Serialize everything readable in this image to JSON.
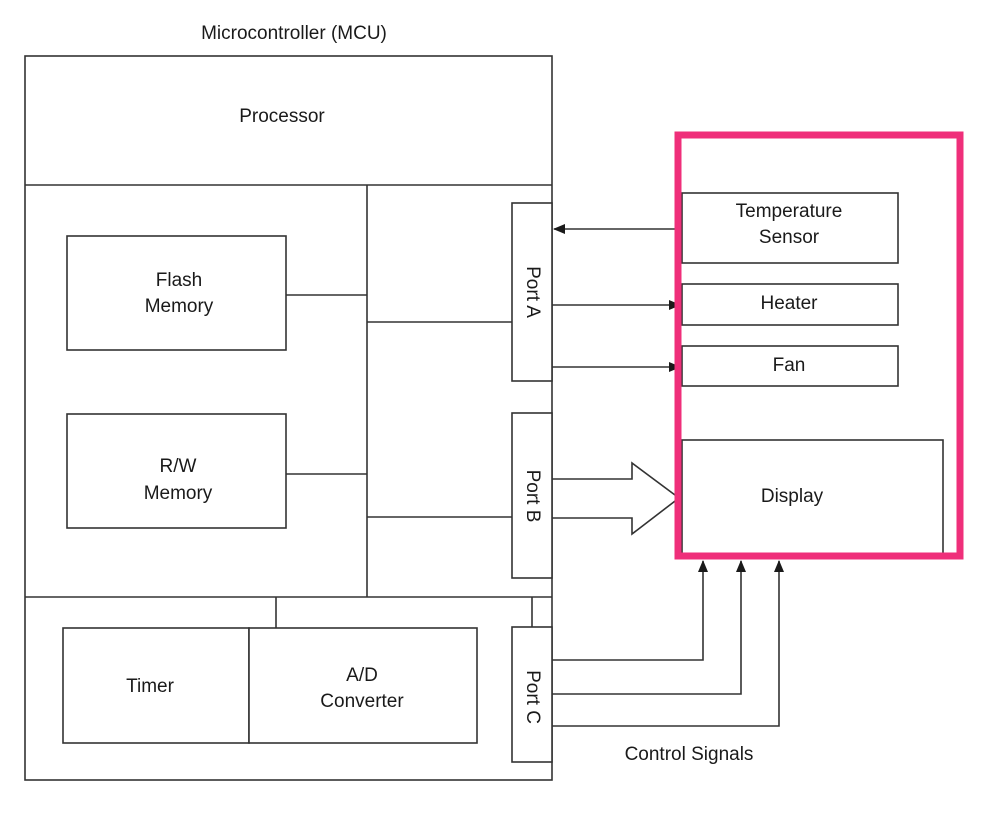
{
  "title": "Microcontroller (MCU)",
  "blocks": {
    "processor": "Processor",
    "flash_memory": [
      "Flash",
      "Memory"
    ],
    "rw_memory": [
      "R/W",
      "Memory"
    ],
    "timer": "Timer",
    "ad_converter": [
      "A/D",
      "Converter"
    ]
  },
  "ports": {
    "a": "Port A",
    "b": "Port B",
    "c": "Port C"
  },
  "peripherals": {
    "temperature_sensor": [
      "Temperature",
      "Sensor"
    ],
    "heater": "Heater",
    "fan": "Fan",
    "display": "Display"
  },
  "control_signals": "Control Signals",
  "colors": {
    "highlight": "#ef2f7a",
    "line": "#333333",
    "text": "#1a1a1a"
  }
}
